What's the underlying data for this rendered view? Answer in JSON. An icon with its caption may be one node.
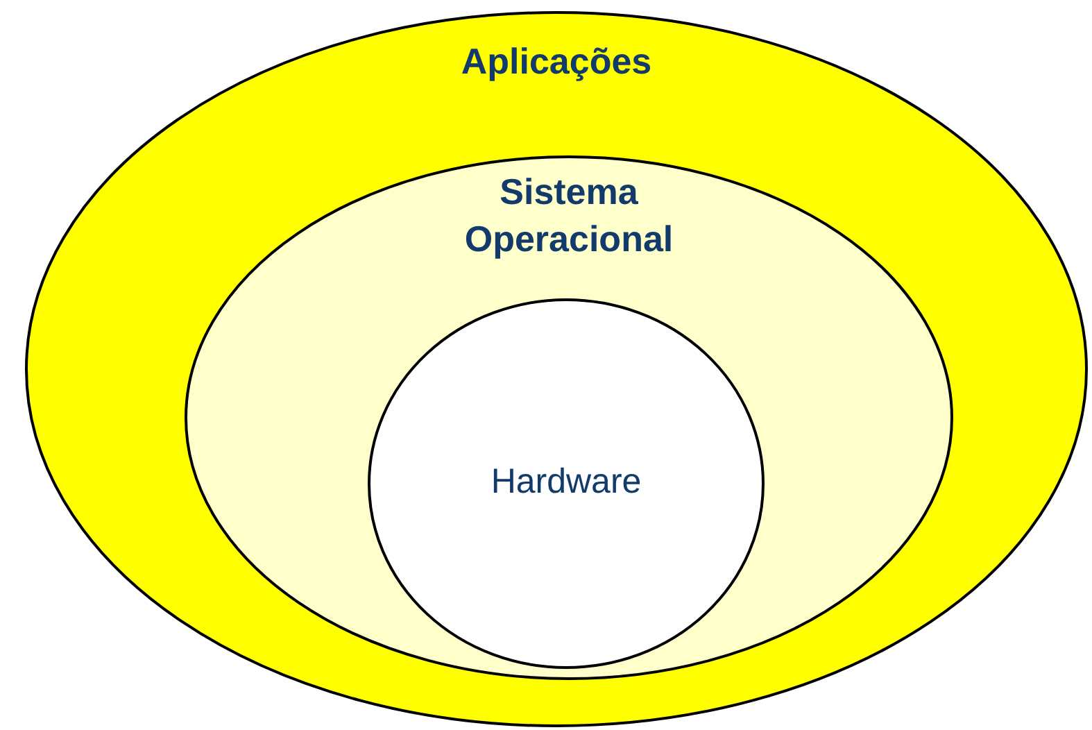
{
  "diagram": {
    "nodes": [
      {
        "text": [
          "Aplicações"
        ]
      },
      {
        "text": [
          "Sistema Operacional"
        ],
        "in": 0
      },
      {
        "text": [
          "Hardware"
        ],
        "in": 1
      }
    ]
  }
}
